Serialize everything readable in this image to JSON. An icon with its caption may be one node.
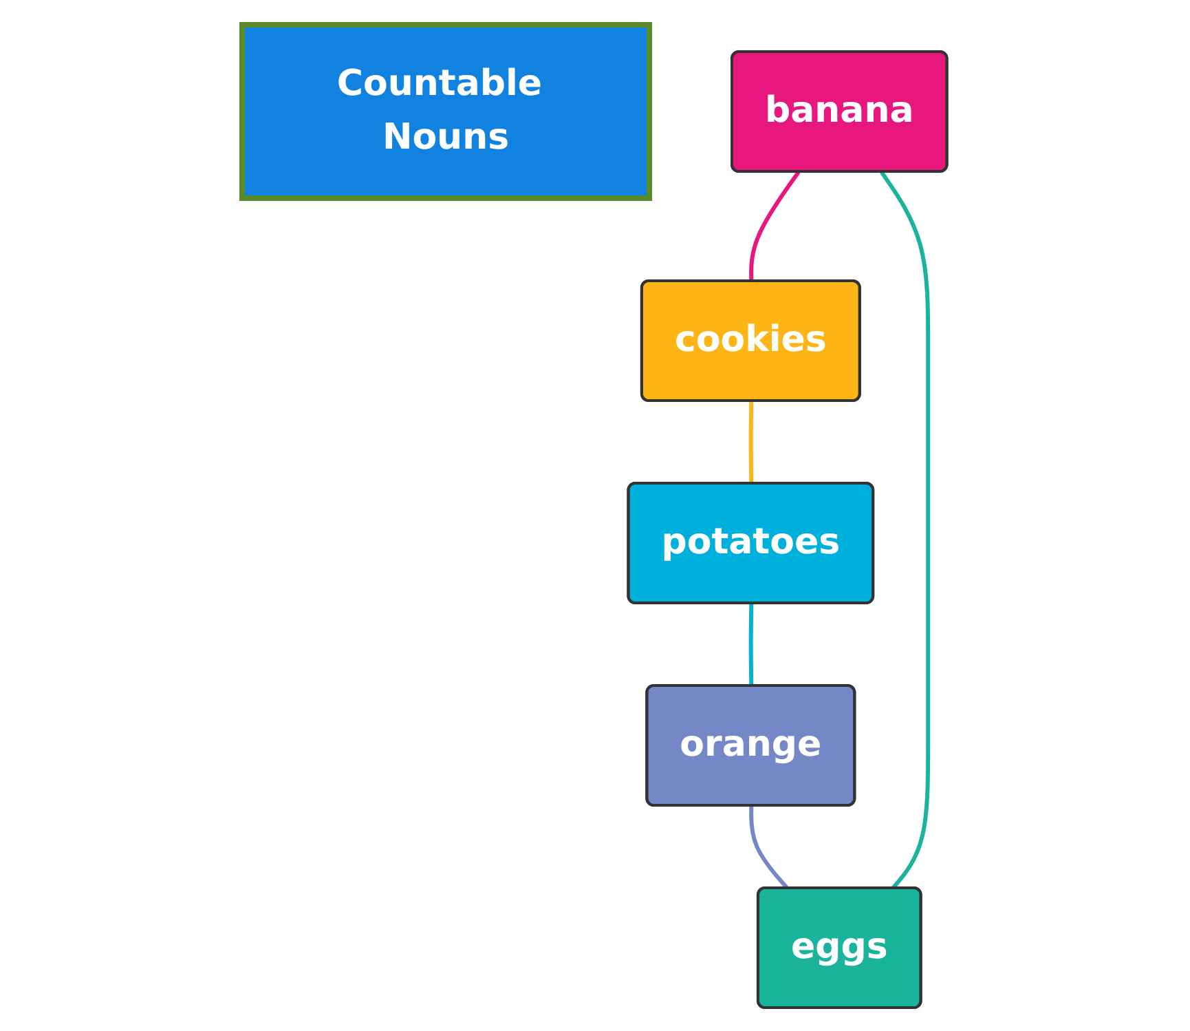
{
  "diagram": {
    "nodes": [
      {
        "text": [
          "Countable Nouns"
        ]
      },
      {
        "text": [
          "banana"
        ]
      },
      {
        "text": [
          "cookies"
        ]
      },
      {
        "text": [
          "potatoes"
        ]
      },
      {
        "text": [
          "orange"
        ]
      },
      {
        "text": [
          "eggs"
        ]
      }
    ],
    "edges": [
      {
        "from": 1,
        "to": 2,
        "arrow": "none",
        "color": "#e8177d"
      },
      {
        "from": 2,
        "to": 3,
        "arrow": "none",
        "color": "#fdb515"
      },
      {
        "from": 3,
        "to": 4,
        "arrow": "none",
        "color": "#00b0dc"
      },
      {
        "from": 4,
        "to": 5,
        "arrow": "none",
        "color": "#7488c8"
      },
      {
        "from": 5,
        "to": 1,
        "arrow": "none",
        "color": "#1ab49c"
      }
    ]
  }
}
